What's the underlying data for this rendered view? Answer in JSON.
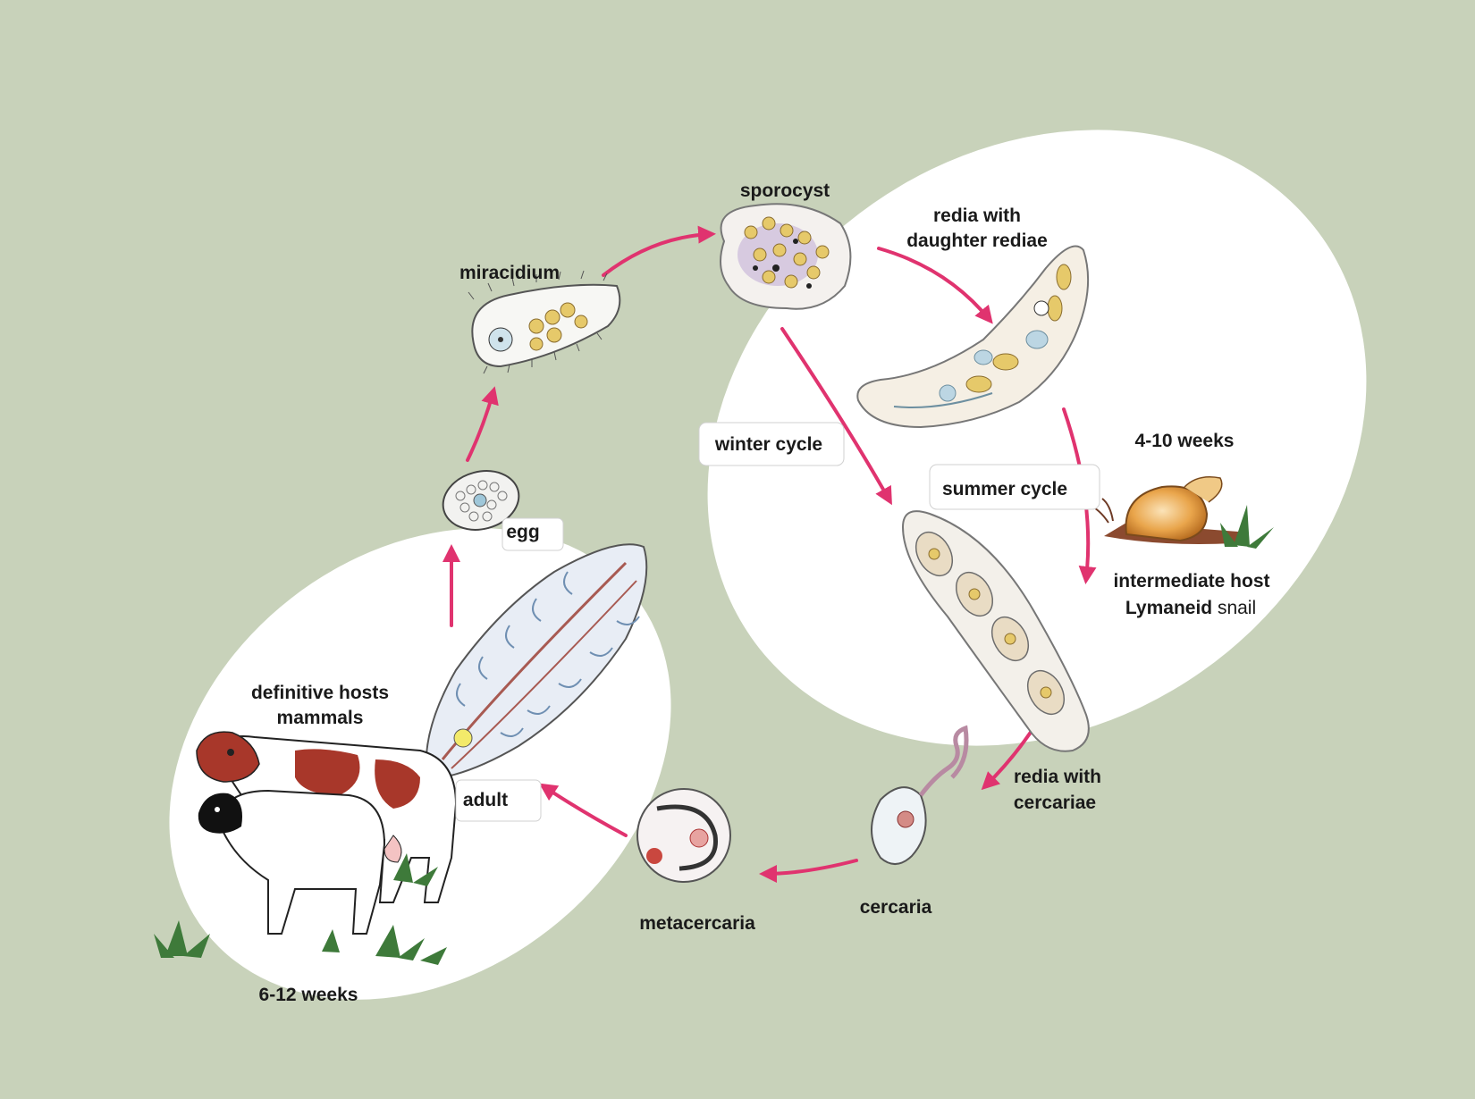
{
  "diagram": {
    "colors": {
      "background": "#c8d2ba",
      "region": "#ffffff",
      "arrow": "#e0336f",
      "label_box": "#ffffff"
    },
    "stages": {
      "sporocyst": "sporocyst",
      "redia_daughter_line1": "redia with",
      "redia_daughter_line2": "daughter rediae",
      "miracidium": "miracidium",
      "egg": "egg",
      "adult": "adult",
      "metacercaria": "metacercaria",
      "cercaria": "cercaria",
      "redia_cercariae_line1": "redia with",
      "redia_cercariae_line2": "cercariae"
    },
    "cycles": {
      "winter": "winter cycle",
      "summer": "summer cycle"
    },
    "durations": {
      "snail_phase": "4-10 weeks",
      "host_phase": "6-12 weeks"
    },
    "hosts": {
      "intermediate_line1": "intermediate host",
      "intermediate_line2_bold": "Lymaneid",
      "intermediate_line2_rest": " snail",
      "definitive_line1": "definitive hosts",
      "definitive_line2": "mammals"
    }
  }
}
